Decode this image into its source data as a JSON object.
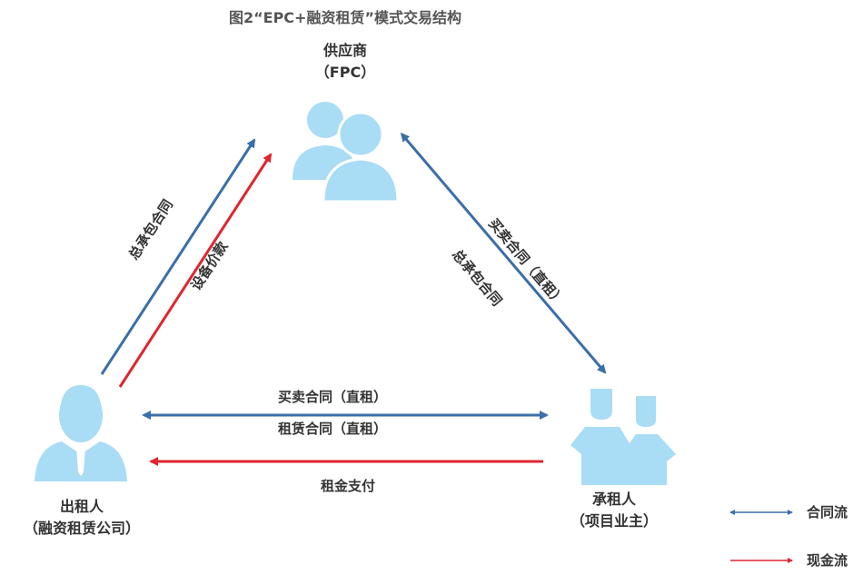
{
  "title": "图2“EPC+融资租赁”模式交易结构",
  "nodes": {
    "supplier": {
      "name": "供应商",
      "sub": "（FPC）"
    },
    "lessor": {
      "name": "出租人",
      "sub": "（融资租赁公司）"
    },
    "lessee": {
      "name": "承租人",
      "sub": "（项目业主）"
    }
  },
  "edges": {
    "lessor_supplier_contract": "总承包合同",
    "lessor_supplier_cash": "设备价款",
    "supplier_lessee_contract1": "买卖合同（直租）",
    "supplier_lessee_contract2": "总承包合同",
    "lessor_lessee_contract1": "买卖合同（直租）",
    "lessor_lessee_contract2": "租赁合同（直租）",
    "lessee_lessor_cash": "租金支付"
  },
  "legend": {
    "contract": "合同流",
    "cash": "现金流"
  },
  "colors": {
    "contract": "#3a6ea8",
    "cash": "#e0252f",
    "figure": "#a9dcf5"
  }
}
